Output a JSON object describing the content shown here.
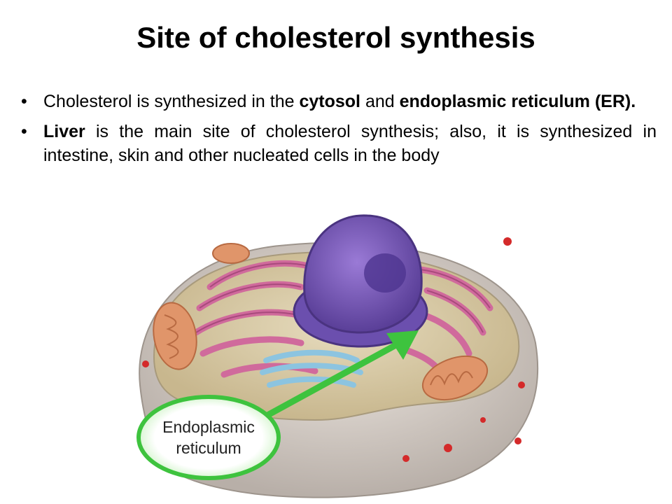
{
  "slide": {
    "title": "Site of cholesterol synthesis",
    "bullets": [
      {
        "parts": [
          {
            "text": "Cholesterol is synthesized in the ",
            "bold": false
          },
          {
            "text": "cytosol",
            "bold": true
          },
          {
            "text": " and ",
            "bold": false
          },
          {
            "text": "endoplasmic reticulum (ER).",
            "bold": true
          }
        ]
      },
      {
        "parts": [
          {
            "text": "Liver",
            "bold": true
          },
          {
            "text": " is the main site of cholesterol synthesis; also, it is synthesized in intestine, skin and other nucleated cells in the body",
            "bold": false
          }
        ]
      }
    ]
  },
  "figure": {
    "callout_line1": "Endoplasmic",
    "callout_line2": "reticulum",
    "colors": {
      "er": "#d06a9c",
      "nucleus": "#7a5ab8",
      "golgi": "#8cc4e0",
      "mitochondria": "#e0956a",
      "cytoplasm": "#d8c9a4",
      "membrane": "#d9d2cc",
      "arrow": "#3ec33e",
      "ribosome": "#d42a2a"
    }
  }
}
